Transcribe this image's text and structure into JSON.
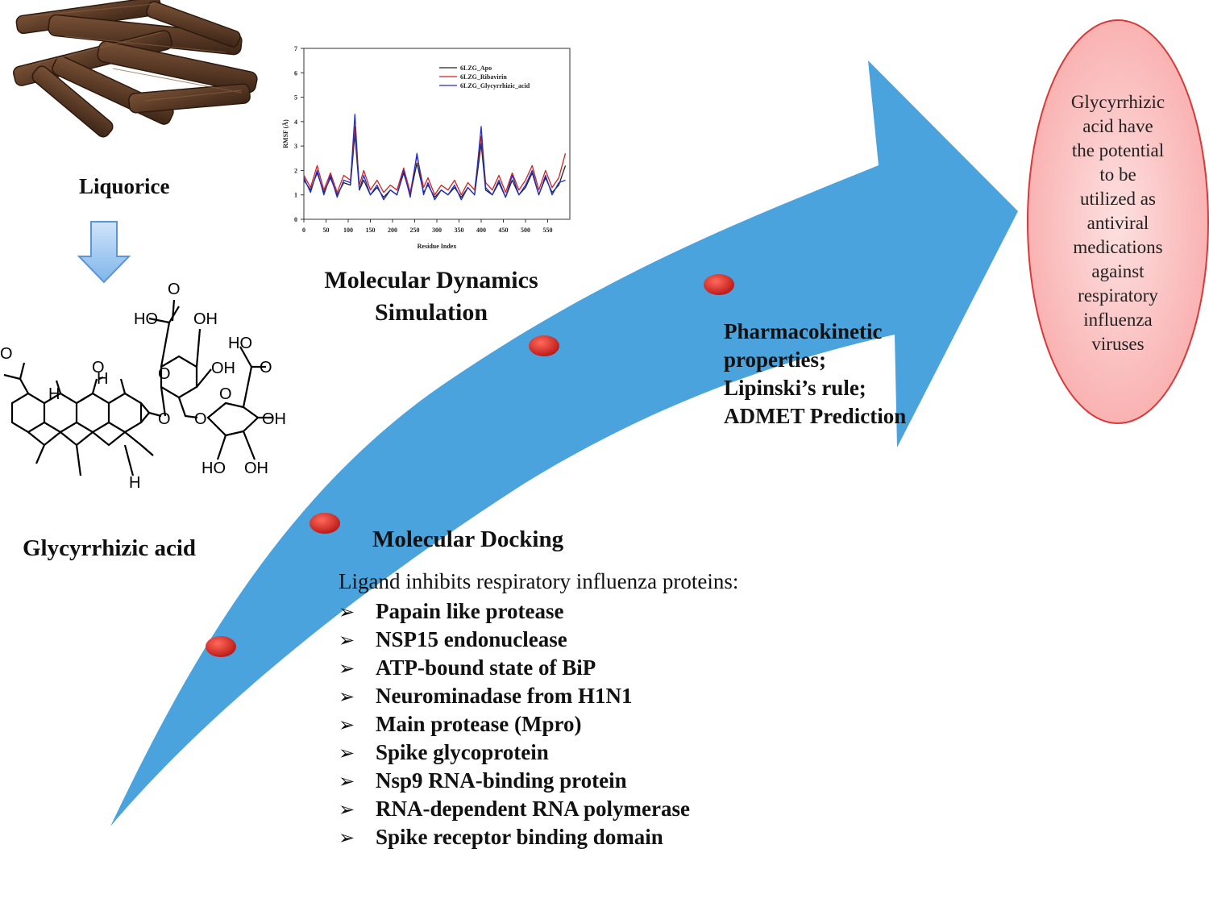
{
  "labels": {
    "liquorice": "Liquorice",
    "glycyrrhizic_acid": "Glycyrrhizic acid",
    "md_line1": "Molecular Dynamics",
    "md_line2": "Simulation",
    "docking": "Molecular Docking",
    "pk_line1": "Pharmacokinetic",
    "pk_line2": "properties;",
    "pk_line3": "Lipinski’s rule;",
    "pk_line4": "ADMET Prediction"
  },
  "ligand_intro": "Ligand inhibits respiratory influenza proteins:",
  "bullet_symbol": "➢",
  "targets": [
    "Papain like protease",
    "NSP15 endonuclease",
    "ATP-bound state of BiP",
    "Neurominadase from H1N1",
    "Main protease (Mpro)",
    "Spike glycoprotein",
    "Nsp9 RNA-binding protein",
    "RNA-dependent RNA polymerase",
    "Spike receptor binding domain"
  ],
  "conclusion_lines": [
    "Glycyrrhizic",
    "acid have",
    "the potential",
    "to be",
    "utilized as",
    "antiviral",
    "medications",
    "against",
    "respiratory",
    "influenza",
    "viruses"
  ],
  "molecule_atom_labels": [
    "O",
    "HO",
    "OH",
    "HO",
    "O",
    "OH",
    "O",
    "O",
    "O",
    "OH",
    "HO",
    "OH",
    "H",
    "H",
    "H",
    "O",
    "O",
    "O"
  ],
  "colors": {
    "arrow": "#4aa3dc",
    "node": "#d42a2a",
    "down_arrow": "#9cc8f0",
    "ellipse_fill": "#fbb8b8",
    "ellipse_stroke": "#d83a3a",
    "root_bark": "#4a2f1f"
  },
  "icons": [
    "liquorice-root-image",
    "down-arrow-icon",
    "molecule-structure",
    "progress-arrow",
    "stage-dot"
  ],
  "chart_data": {
    "type": "line",
    "title": "",
    "xlabel": "Residue Index",
    "ylabel": "RMSF (Å)",
    "xlim": [
      0,
      600
    ],
    "ylim": [
      0,
      7
    ],
    "xticks": [
      0,
      50,
      100,
      150,
      200,
      250,
      300,
      350,
      400,
      450,
      500,
      550
    ],
    "yticks": [
      0,
      1,
      2,
      3,
      4,
      5,
      6,
      7
    ],
    "legend_position": "top-right",
    "series": [
      {
        "name": "6LZG_Apo",
        "color": "#222222",
        "x": [
          0,
          15,
          30,
          45,
          60,
          75,
          90,
          105,
          115,
          125,
          135,
          150,
          165,
          180,
          195,
          210,
          225,
          240,
          255,
          270,
          280,
          295,
          310,
          325,
          340,
          355,
          370,
          385,
          400,
          410,
          425,
          440,
          455,
          470,
          485,
          500,
          515,
          530,
          545,
          560,
          575,
          590
        ],
        "y": [
          1.6,
          1.2,
          1.9,
          1.1,
          1.7,
          1.0,
          1.5,
          1.4,
          3.5,
          1.2,
          1.6,
          1.0,
          1.3,
          0.9,
          1.2,
          1.0,
          1.9,
          1.0,
          2.3,
          1.1,
          1.4,
          0.9,
          1.2,
          1.0,
          1.3,
          0.9,
          1.3,
          1.0,
          3.1,
          1.2,
          1.0,
          1.5,
          0.9,
          1.6,
          1.0,
          1.3,
          1.9,
          1.0,
          1.7,
          1.1,
          1.4,
          2.2
        ]
      },
      {
        "name": "6LZG_Ribavirin",
        "color": "#d42020",
        "x": [
          0,
          15,
          30,
          45,
          60,
          75,
          90,
          105,
          115,
          125,
          135,
          150,
          165,
          180,
          195,
          210,
          225,
          240,
          255,
          270,
          280,
          295,
          310,
          325,
          340,
          355,
          370,
          385,
          400,
          410,
          425,
          440,
          455,
          470,
          485,
          500,
          515,
          530,
          545,
          560,
          575,
          590
        ],
        "y": [
          1.8,
          1.3,
          2.2,
          1.2,
          1.9,
          1.1,
          1.8,
          1.6,
          3.8,
          1.4,
          2.0,
          1.2,
          1.6,
          1.1,
          1.4,
          1.2,
          2.1,
          1.1,
          2.6,
          1.3,
          1.7,
          1.0,
          1.4,
          1.2,
          1.6,
          1.0,
          1.5,
          1.2,
          3.4,
          1.5,
          1.2,
          1.8,
          1.1,
          1.9,
          1.2,
          1.6,
          2.2,
          1.2,
          2.0,
          1.3,
          1.7,
          2.7
        ]
      },
      {
        "name": "6LZG_Glycyrrhizic_acid",
        "color": "#1e2fd0",
        "x": [
          0,
          15,
          30,
          45,
          60,
          75,
          90,
          105,
          115,
          125,
          135,
          150,
          165,
          180,
          195,
          210,
          225,
          240,
          255,
          270,
          280,
          295,
          310,
          325,
          340,
          355,
          370,
          385,
          400,
          410,
          425,
          440,
          455,
          470,
          485,
          500,
          515,
          530,
          545,
          560,
          575,
          590
        ],
        "y": [
          1.7,
          1.1,
          2.0,
          1.0,
          1.8,
          0.9,
          1.6,
          1.5,
          4.3,
          1.2,
          1.8,
          1.0,
          1.4,
          0.8,
          1.2,
          1.0,
          2.0,
          0.9,
          2.7,
          1.0,
          1.5,
          0.8,
          1.2,
          1.0,
          1.4,
          0.8,
          1.3,
          1.0,
          3.8,
          1.3,
          1.0,
          1.6,
          0.9,
          1.8,
          1.0,
          1.4,
          2.0,
          1.0,
          1.8,
          1.0,
          1.5,
          1.6
        ]
      }
    ]
  }
}
